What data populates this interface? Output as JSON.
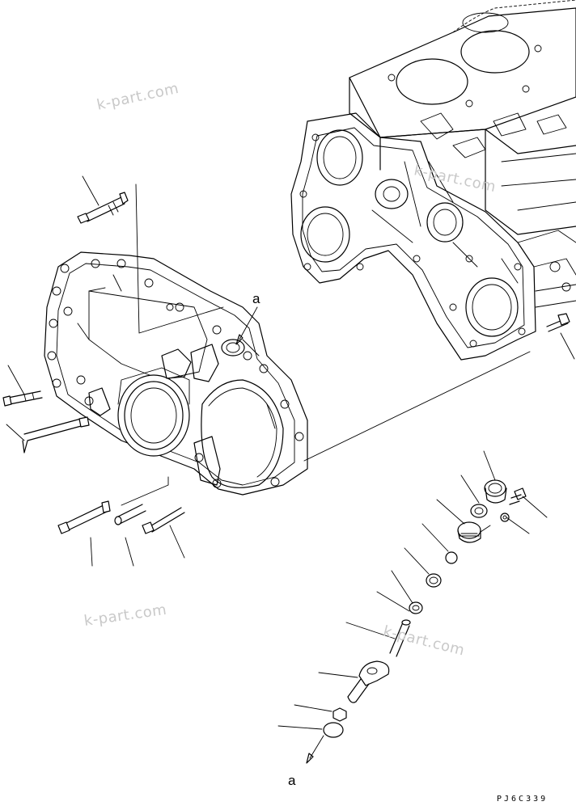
{
  "watermark": {
    "text": "k-part.com"
  },
  "callouts": {
    "upper": "a",
    "lower": "a"
  },
  "drawing_code": "PJ6C339",
  "colors": {
    "line": "#000000",
    "watermark": "#c9c9c9",
    "background": "#ffffff"
  }
}
